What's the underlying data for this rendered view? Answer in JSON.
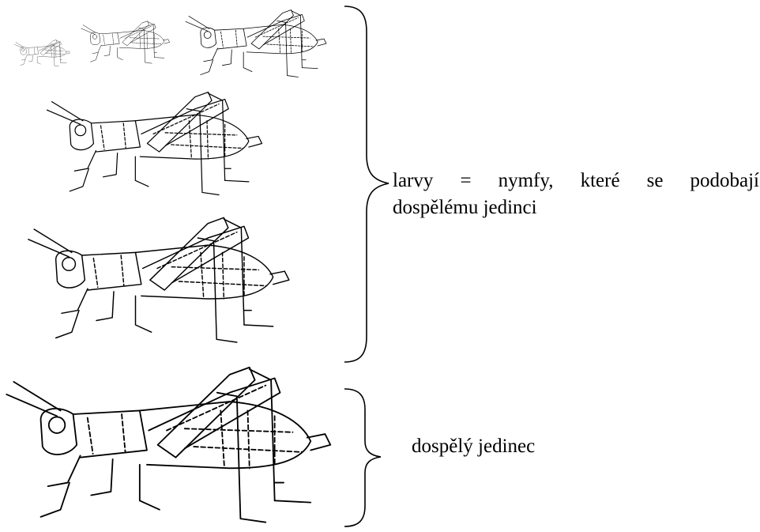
{
  "labels": {
    "larvae_line1": "larvy = nymfy, které se podobají",
    "larvae_line2": "dospělému jedinci",
    "adult": "dospělý jedinec"
  },
  "colors": {
    "ink": "#000000",
    "background": "#ffffff"
  },
  "stages": [
    {
      "id": "nymph-1",
      "group": "larvae"
    },
    {
      "id": "nymph-2",
      "group": "larvae"
    },
    {
      "id": "nymph-3",
      "group": "larvae"
    },
    {
      "id": "nymph-4",
      "group": "larvae"
    },
    {
      "id": "nymph-5",
      "group": "larvae"
    },
    {
      "id": "adult",
      "group": "adult"
    }
  ]
}
